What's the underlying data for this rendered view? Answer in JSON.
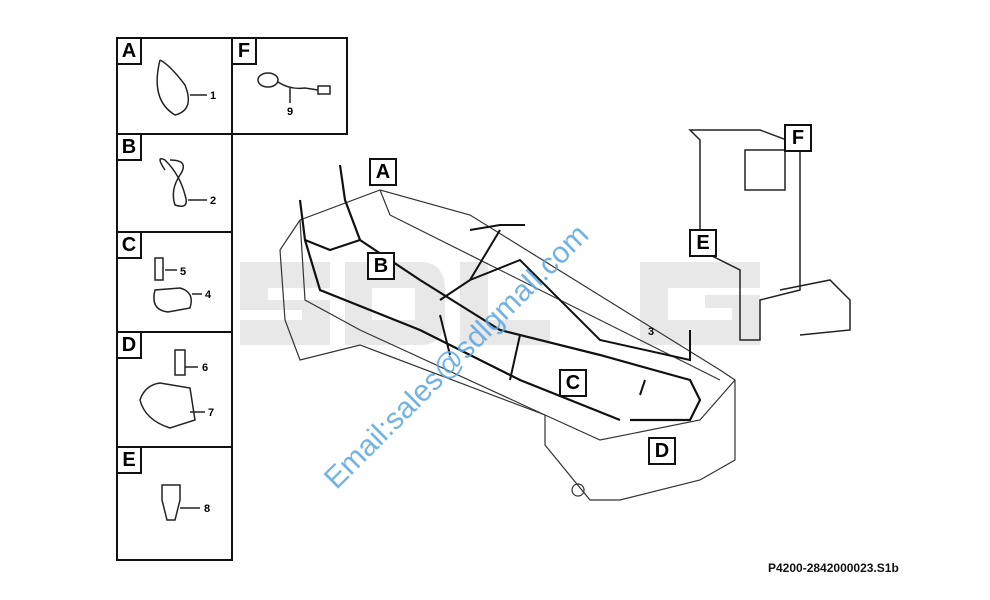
{
  "background_logo": "SDLG",
  "watermark": "Email:sales@sdlgmall.com",
  "part_number": "P4200-2842000023.S1b",
  "panels": [
    {
      "label": "A",
      "items": [
        "1"
      ]
    },
    {
      "label": "F",
      "items": [
        "9"
      ]
    },
    {
      "label": "B",
      "items": [
        "2"
      ]
    },
    {
      "label": "C",
      "items": [
        "5",
        "4"
      ]
    },
    {
      "label": "D",
      "items": [
        "6",
        "7"
      ]
    },
    {
      "label": "E",
      "items": [
        "8"
      ]
    }
  ],
  "callouts": [
    "A",
    "B",
    "C",
    "D",
    "E",
    "F"
  ],
  "main_item": "3"
}
